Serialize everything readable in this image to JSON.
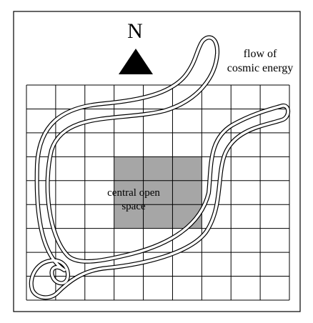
{
  "north_label": "N",
  "annotation_lines": [
    "flow of",
    "cosmic energy"
  ],
  "center_label_lines": [
    "central open",
    "space"
  ],
  "grid": {
    "rows": 9,
    "cols": 9,
    "shaded_rows": [
      3,
      5
    ],
    "shaded_cols": [
      3,
      5
    ]
  },
  "colors": {
    "frame": "#000000",
    "grid_line": "#000000",
    "shaded": "#a6a6a6",
    "arrow": "#000000",
    "flow_stroke": "#000000"
  },
  "icons": {
    "north_marker": "triangle-up-icon"
  }
}
